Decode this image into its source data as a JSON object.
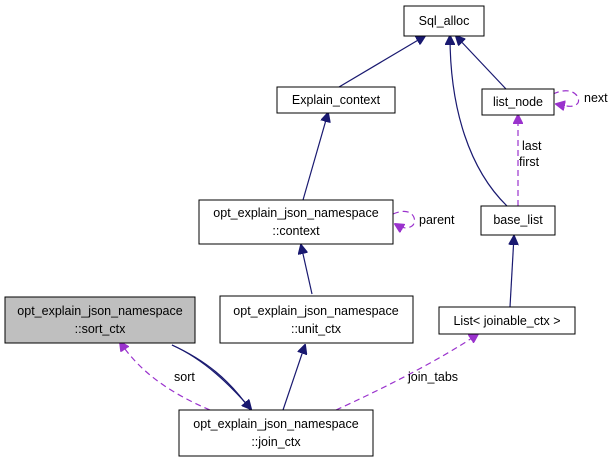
{
  "colors": {
    "inheritance": "#191970",
    "usage": "#9a32cd",
    "node_fill": "#ffffff",
    "highlight_fill": "#bfbfbf",
    "border": "#000000"
  },
  "nodes": {
    "sql_alloc": {
      "lines": [
        "Sql_alloc"
      ]
    },
    "explain_context": {
      "lines": [
        "Explain_context"
      ]
    },
    "list_node": {
      "lines": [
        "list_node"
      ]
    },
    "context": {
      "lines": [
        "opt_explain_json_namespace",
        "::context"
      ]
    },
    "base_list": {
      "lines": [
        "base_list"
      ]
    },
    "sort_ctx": {
      "lines": [
        "opt_explain_json_namespace",
        "::sort_ctx"
      ],
      "highlighted": true
    },
    "unit_ctx": {
      "lines": [
        "opt_explain_json_namespace",
        "::unit_ctx"
      ]
    },
    "list_joinable": {
      "lines": [
        "List< joinable_ctx >"
      ]
    },
    "join_ctx": {
      "lines": [
        "opt_explain_json_namespace",
        "::join_ctx"
      ]
    }
  },
  "edge_labels": {
    "next": "next",
    "last": "last",
    "first": "first",
    "parent": "parent",
    "sort": "sort",
    "join_tabs": "join_tabs"
  }
}
